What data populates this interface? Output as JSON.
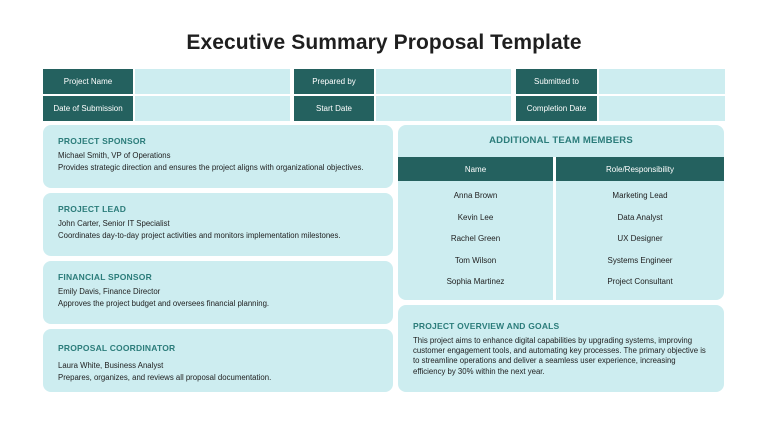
{
  "title": "Executive Summary Proposal Template",
  "info_grid": {
    "project_name_label": "Project Name",
    "prepared_by_label": "Prepared by",
    "submitted_to_label": "Submitted to",
    "date_of_submission_label": "Date of Submission",
    "start_date_label": "Start Date",
    "completion_date_label": "Completion Date"
  },
  "roles": [
    {
      "title": "PROJECT SPONSOR",
      "name": "Michael Smith, VP of Operations",
      "desc": "Provides strategic direction and ensures the project aligns with organizational objectives."
    },
    {
      "title": "PROJECT LEAD",
      "name": "John Carter, Senior IT Specialist",
      "desc": "Coordinates day-to-day project activities and monitors implementation milestones."
    },
    {
      "title": "FINANCIAL SPONSOR",
      "name": "Emily Davis, Finance Director",
      "desc": "Approves the project budget and oversees financial planning."
    },
    {
      "title": "PROPOSAL COORDINATOR",
      "name": "Laura White, Business Analyst",
      "desc": "Prepares, organizes, and reviews all proposal documentation."
    }
  ],
  "team": {
    "title": "ADDITIONAL TEAM MEMBERS",
    "col_name": "Name",
    "col_role": "Role/Responsibility",
    "rows": [
      {
        "name": "Anna Brown",
        "role": "Marketing Lead"
      },
      {
        "name": "Kevin Lee",
        "role": "Data Analyst"
      },
      {
        "name": "Rachel Green",
        "role": "UX Designer"
      },
      {
        "name": "Tom Wilson",
        "role": "Systems Engineer"
      },
      {
        "name": "Sophia Martinez",
        "role": "Project Consultant"
      }
    ]
  },
  "overview": {
    "title": "PROJECT OVERVIEW AND GOALS",
    "text": "This project aims to enhance digital capabilities by upgrading systems, improving customer engagement tools, and automating key processes. The primary objective is to streamline operations and deliver a seamless user experience, increasing efficiency by 30% within the next year."
  },
  "colors": {
    "header_dark": "#24615f",
    "panel_light": "#cdedf0",
    "accent_text": "#2b7c7a"
  }
}
